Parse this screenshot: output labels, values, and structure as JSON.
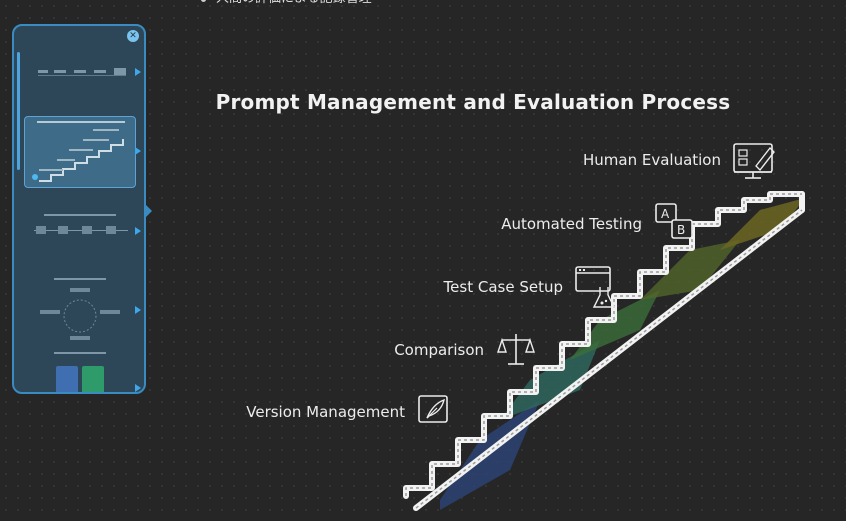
{
  "bullets": [
    "人間の評価による記録管理"
  ],
  "diagram": {
    "title": "Prompt Management and Evaluation Process",
    "steps": [
      {
        "label": "Version Management",
        "icon": "feather-pen-icon"
      },
      {
        "label": "Comparison",
        "icon": "balance-scale-icon"
      },
      {
        "label": "Test Case Setup",
        "icon": "browser-flask-icon"
      },
      {
        "label": "Automated Testing",
        "icon": "ab-test-icon"
      },
      {
        "label": "Human Evaluation",
        "icon": "monitor-edit-icon"
      }
    ]
  },
  "colors": {
    "background": "#262626",
    "panel": "#2e4758",
    "panel_border": "#3a8bc2",
    "stair_outline": "#f2f2f2",
    "stair_fills": [
      "#2c4373",
      "#2f6a60",
      "#3c6e3a",
      "#52652a",
      "#6c6622"
    ]
  },
  "side_panel": {
    "close_icon": "close-icon",
    "thumbnail_count": 5
  }
}
